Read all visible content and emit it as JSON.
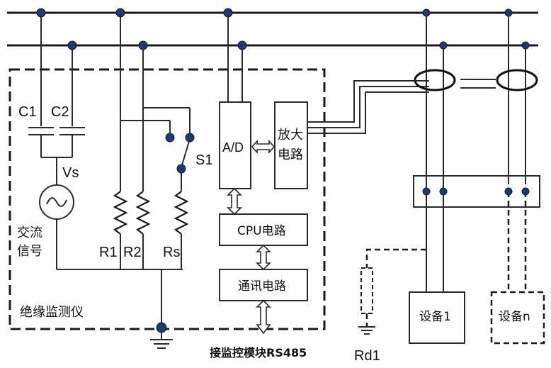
{
  "labels": {
    "c1": "C1",
    "c2": "C2",
    "vs": "Vs",
    "ac_signal_line1": "交流",
    "ac_signal_line2": "信号",
    "r1": "R1",
    "r2": "R2",
    "rs": "Rs",
    "s1": "S1",
    "ad": "A/D",
    "amp_line1": "放大",
    "amp_line2": "电路",
    "cpu": "CPU电路",
    "comm": "通讯电路",
    "monitor": "绝缘监测仪",
    "rs485": "接监控模块RS485",
    "rd1": "Rd1",
    "device1": "设备1",
    "devicen": "设备n"
  },
  "colors": {
    "node": "#1e3a6e",
    "line": "#1a1a1a"
  }
}
